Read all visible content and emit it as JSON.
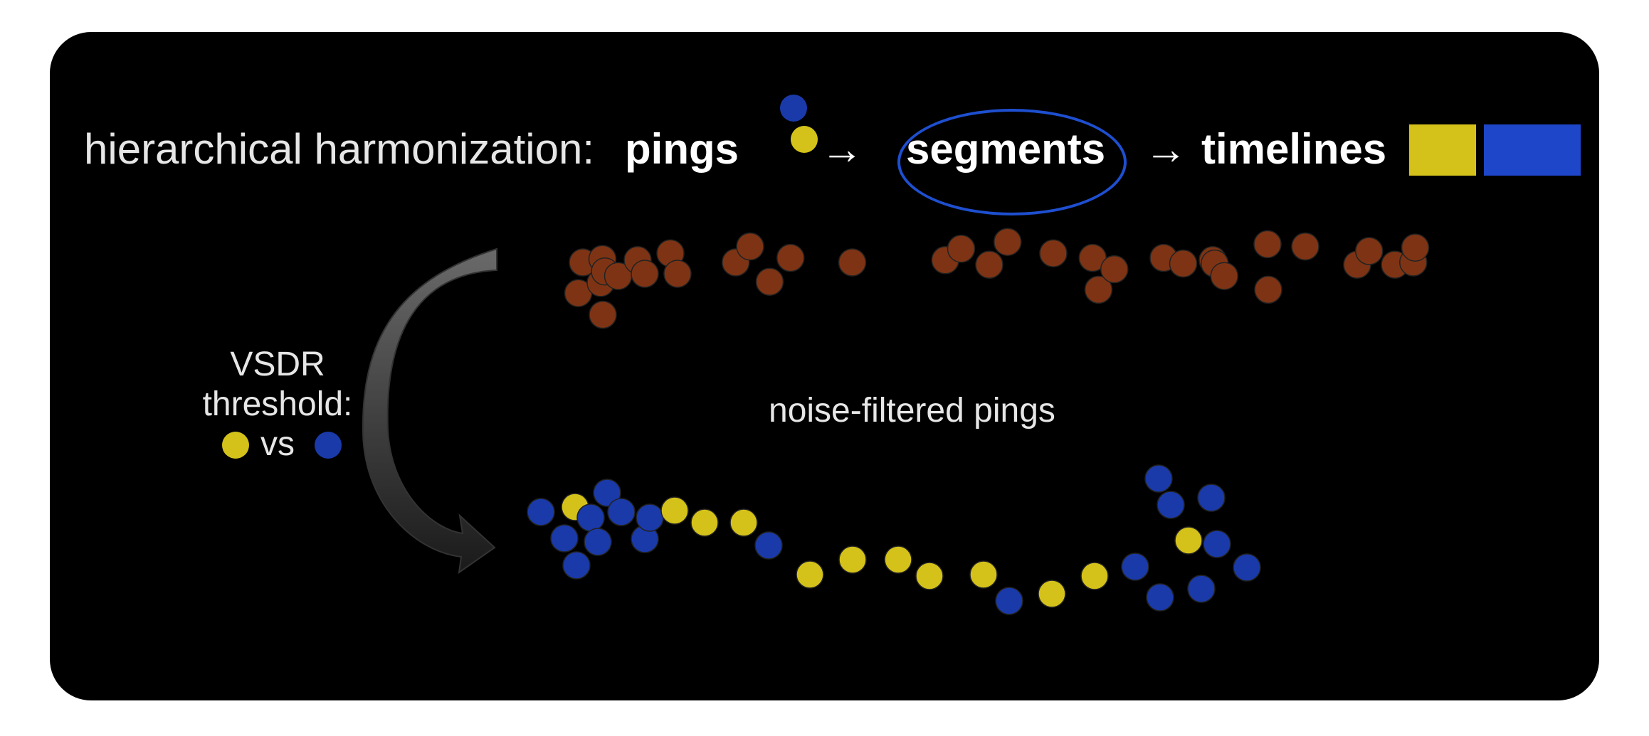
{
  "header": {
    "prefix": "hierarchical harmonization:",
    "pings": "pings",
    "arrow1": "→",
    "segments": "segments",
    "arrow2": "→",
    "timelines": "timelines"
  },
  "side": {
    "line1": "VSDR",
    "line2": "threshold:",
    "vs": "vs"
  },
  "noise_label": "noise-filtered pings",
  "colors": {
    "yellow": "#d4c21a",
    "blue": "#1a3aaa",
    "brown": "#7e3414",
    "ellipse": "#1e4fd0",
    "timeline_yellow": "#d4c21a",
    "timeline_blue": "#1e46c8",
    "arrow": "#555555"
  }
}
